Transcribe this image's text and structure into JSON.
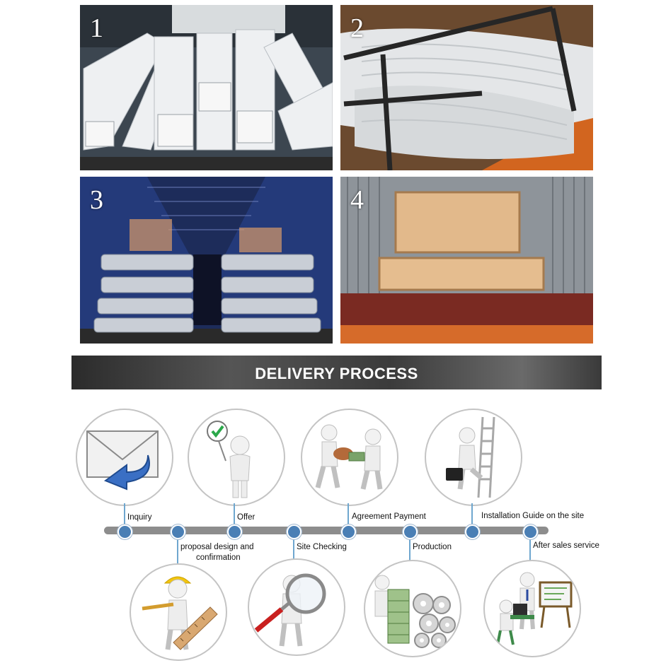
{
  "photos": [
    {
      "number": "1"
    },
    {
      "number": "2"
    },
    {
      "number": "3"
    },
    {
      "number": "4"
    }
  ],
  "banner": {
    "title": "DELIVERY PROCESS"
  },
  "steps_top": [
    {
      "label": "Inquiry",
      "icon": "envelope-reply-icon"
    },
    {
      "label": "Offer",
      "icon": "checkmark-sign-figure-icon"
    },
    {
      "label": "Agreement Payment",
      "icon": "handshake-payment-figures-icon"
    },
    {
      "label": "Installation Guide on the site",
      "icon": "ladder-briefcase-figure-icon"
    }
  ],
  "steps_bottom": [
    {
      "label_line1": "proposal design and",
      "label_line2": "confirmation",
      "icon": "engineer-ruler-pencil-icon"
    },
    {
      "label_line1": "Site Checking",
      "icon": "magnifier-figure-icon"
    },
    {
      "label_line1": "Production",
      "icon": "money-gears-figure-icon"
    },
    {
      "label_line1": "After sales service",
      "icon": "support-desk-figures-icon"
    }
  ]
}
